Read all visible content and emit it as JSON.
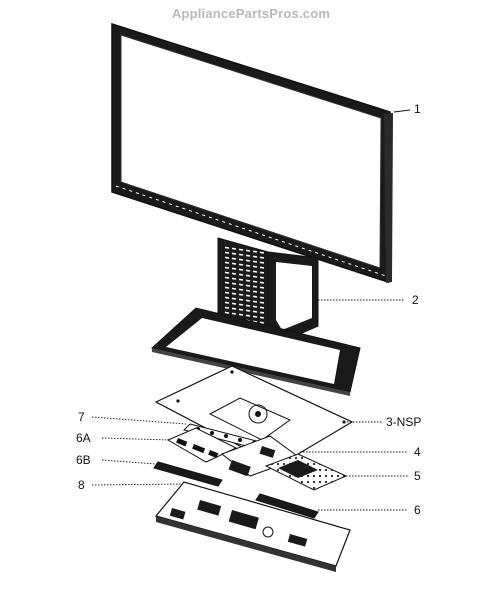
{
  "watermark": "AppliancePartsPros.com",
  "callouts": [
    {
      "id": "1",
      "label": "1"
    },
    {
      "id": "2",
      "label": "2"
    },
    {
      "id": "3-NSP",
      "label": "3-NSP"
    },
    {
      "id": "4",
      "label": "4"
    },
    {
      "id": "5",
      "label": "5"
    },
    {
      "id": "6",
      "label": "6"
    },
    {
      "id": "6A",
      "label": "6A"
    },
    {
      "id": "6B",
      "label": "6B"
    },
    {
      "id": "7",
      "label": "7"
    },
    {
      "id": "8",
      "label": "8"
    }
  ],
  "colors": {
    "line": "#111111",
    "fill": "#1a1a1a",
    "screen": "#ffffff",
    "watermark": "#b9b9b9"
  }
}
